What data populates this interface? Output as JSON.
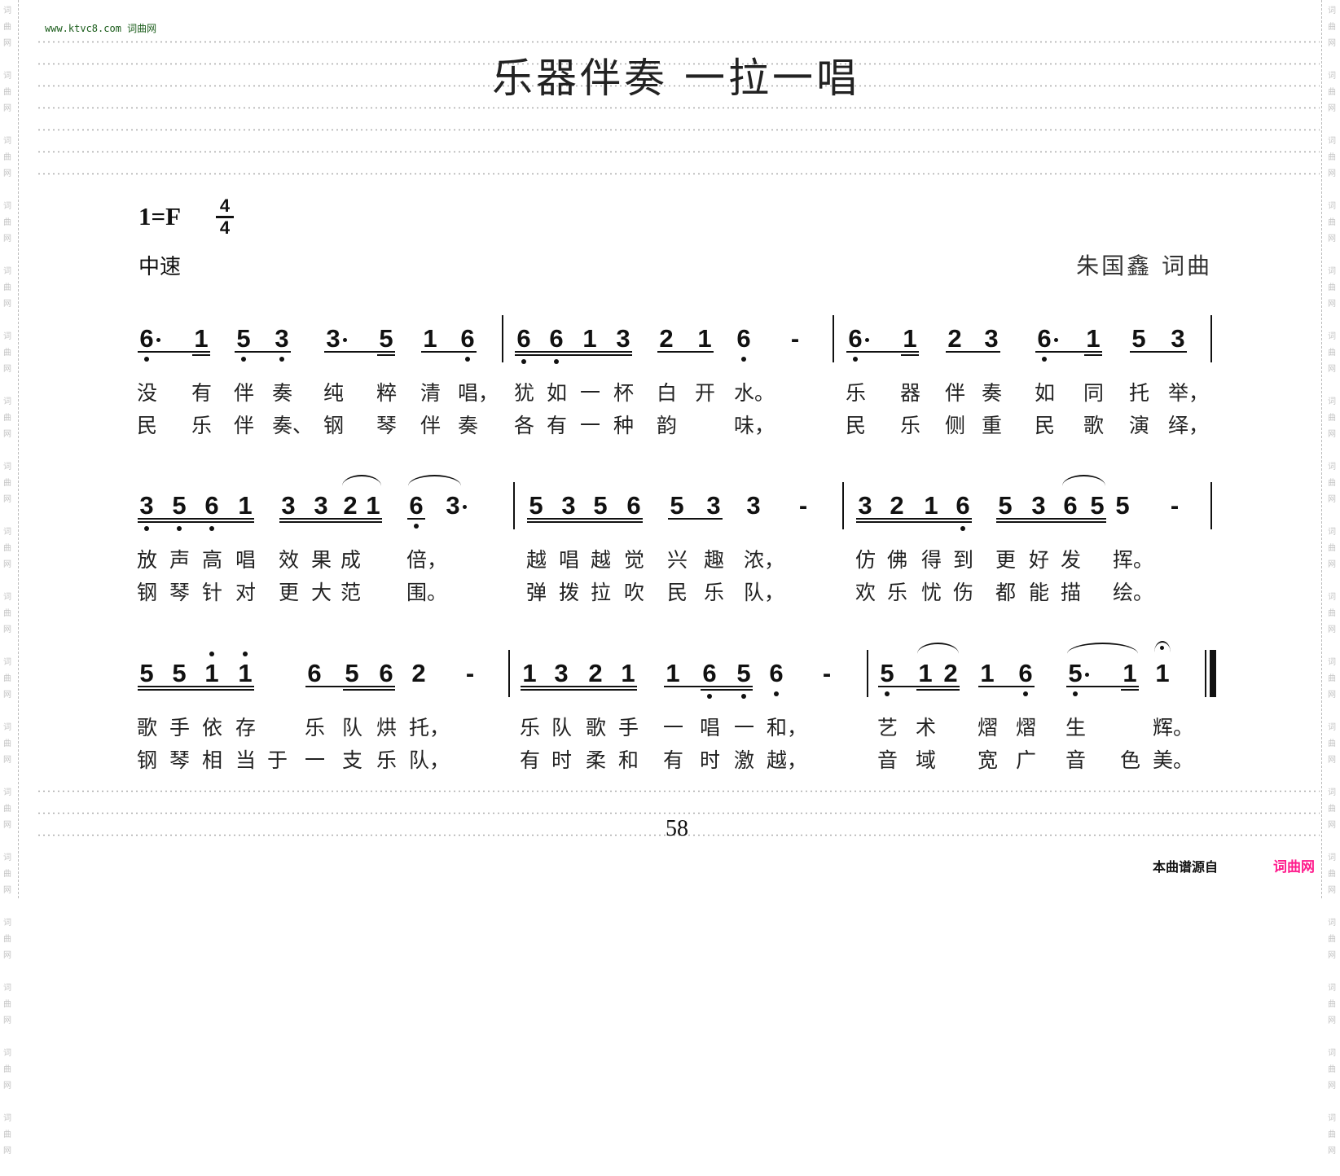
{
  "watermark": {
    "side_text": "词曲网",
    "site_url": "www.ktvc8.com",
    "site_name": "词曲网"
  },
  "title": "乐器伴奏 一拉一唱",
  "key": "1=F",
  "time_signature": {
    "top": "4",
    "bottom": "4"
  },
  "tempo": "中速",
  "credit": "朱国鑫 词曲",
  "page_number": "58",
  "footer": {
    "source_label": "本曲谱源自",
    "source_site": "词曲网",
    "source_color": "#ff1a8c"
  },
  "score": {
    "rows": [
      {
        "notes": [
          {
            "n": "6",
            "lo": 1,
            "aug": 1,
            "g": 1,
            "u": 1
          },
          {
            "n": "1",
            "g": 1,
            "u": 2
          },
          {
            "n": "5",
            "lo": 1,
            "g": 2,
            "u": 1
          },
          {
            "n": "3",
            "lo": 1,
            "g": 2,
            "u": 1
          },
          {
            "n": "3",
            "aug": 1,
            "g": 3,
            "u": 1
          },
          {
            "n": "5",
            "g": 3,
            "u": 2
          },
          {
            "n": "1",
            "g": 4,
            "u": 1
          },
          {
            "n": "6",
            "lo": 1,
            "g": 4,
            "u": 1
          },
          {
            "n": "|"
          },
          {
            "n": "6",
            "lo": 1,
            "g": 5,
            "u": 2
          },
          {
            "n": "6",
            "lo": 1,
            "g": 5,
            "u": 2
          },
          {
            "n": "1",
            "g": 5,
            "u": 2
          },
          {
            "n": "3",
            "g": 5,
            "u": 2
          },
          {
            "n": "2",
            "g": 6,
            "u": 1
          },
          {
            "n": "1",
            "g": 6,
            "u": 1
          },
          {
            "n": "6",
            "lo": 1
          },
          {
            "n": "-"
          },
          {
            "n": "|"
          },
          {
            "n": "6",
            "lo": 1,
            "aug": 1,
            "g": 7,
            "u": 1
          },
          {
            "n": "1",
            "g": 7,
            "u": 2
          },
          {
            "n": "2",
            "g": 8,
            "u": 1
          },
          {
            "n": "3",
            "g": 8,
            "u": 1
          },
          {
            "n": "6",
            "lo": 1,
            "aug": 1,
            "g": 9,
            "u": 1
          },
          {
            "n": "1",
            "g": 9,
            "u": 2
          },
          {
            "n": "5",
            "g": 10,
            "u": 1
          },
          {
            "n": "3",
            "g": 10,
            "u": 1
          },
          {
            "n": "|"
          }
        ],
        "slurs": [],
        "lyrics": [
          [
            "没",
            "有",
            "伴",
            "奏",
            "纯",
            "粹",
            "清",
            "唱，",
            "",
            "犹",
            "如",
            "一",
            "杯",
            "白",
            "开",
            "水。",
            "",
            "",
            "乐",
            "器",
            "伴",
            "奏",
            "如",
            "同",
            "托",
            "举，",
            ""
          ],
          [
            "民",
            "乐",
            "伴",
            "奏、",
            "钢",
            "琴",
            "伴",
            "奏",
            "",
            "各",
            "有",
            "一",
            "种",
            "韵",
            "",
            "味，",
            "",
            "",
            "民",
            "乐",
            "侧",
            "重",
            "民",
            "歌",
            "演",
            "绎，",
            ""
          ]
        ]
      },
      {
        "notes": [
          {
            "n": "3",
            "lo": 1,
            "g": 1,
            "u": 2
          },
          {
            "n": "5",
            "lo": 1,
            "g": 1,
            "u": 2
          },
          {
            "n": "6",
            "lo": 1,
            "g": 1,
            "u": 2
          },
          {
            "n": "1",
            "g": 1,
            "u": 2
          },
          {
            "n": "3",
            "g": 2,
            "u": 2
          },
          {
            "n": "3",
            "g": 2,
            "u": 2
          },
          {
            "n": "2",
            "g": 2,
            "u": 2
          },
          {
            "n": "1",
            "g": 2,
            "u": 2
          },
          {
            "n": "6",
            "lo": 1,
            "g": 3,
            "u": 1
          },
          {
            "n": "3",
            "aug": 1
          },
          {
            "n": "|"
          },
          {
            "n": "5",
            "g": 4,
            "u": 2
          },
          {
            "n": "3",
            "g": 4,
            "u": 2
          },
          {
            "n": "5",
            "g": 4,
            "u": 2
          },
          {
            "n": "6",
            "g": 4,
            "u": 2
          },
          {
            "n": "5",
            "g": 5,
            "u": 1
          },
          {
            "n": "3",
            "g": 5,
            "u": 1
          },
          {
            "n": "3"
          },
          {
            "n": "-"
          },
          {
            "n": "|"
          },
          {
            "n": "3",
            "g": 6,
            "u": 2
          },
          {
            "n": "2",
            "g": 6,
            "u": 2
          },
          {
            "n": "1",
            "g": 6,
            "u": 2
          },
          {
            "n": "6",
            "lo": 1,
            "g": 6,
            "u": 2
          },
          {
            "n": "5",
            "g": 7,
            "u": 2
          },
          {
            "n": "3",
            "g": 7,
            "u": 2
          },
          {
            "n": "6",
            "g": 7,
            "u": 2
          },
          {
            "n": "5",
            "g": 7,
            "u": 2
          },
          {
            "n": "5"
          },
          {
            "n": "-"
          },
          {
            "n": "|"
          }
        ],
        "slurs": [
          [
            6,
            7
          ],
          [
            8,
            9
          ],
          [
            26,
            27
          ]
        ],
        "lyrics": [
          [
            "放",
            "声",
            "高",
            "唱",
            "效",
            "果",
            "成",
            "",
            "倍，",
            "",
            "",
            "越",
            "唱",
            "越",
            "觉",
            "兴",
            "趣",
            "浓，",
            "",
            "",
            "仿",
            "佛",
            "得",
            "到",
            "更",
            "好",
            "发",
            "",
            "挥。",
            "",
            ""
          ],
          [
            "钢",
            "琴",
            "针",
            "对",
            "更",
            "大",
            "范",
            "",
            "围。",
            "",
            "",
            "弹",
            "拨",
            "拉",
            "吹",
            "民",
            "乐",
            "队，",
            "",
            "",
            "欢",
            "乐",
            "忧",
            "伤",
            "都",
            "能",
            "描",
            "",
            "绘。",
            "",
            ""
          ]
        ]
      },
      {
        "notes": [
          {
            "n": "5",
            "g": 1,
            "u": 2
          },
          {
            "n": "5",
            "g": 1,
            "u": 2
          },
          {
            "n": "1",
            "hi": 1,
            "g": 1,
            "u": 2
          },
          {
            "n": "1",
            "hi": 1,
            "g": 1,
            "u": 2
          },
          {
            "n": "6",
            "g": 2,
            "u": 1
          },
          {
            "n": "5",
            "g": 2,
            "u": 2
          },
          {
            "n": "6",
            "g": 2,
            "u": 2
          },
          {
            "n": "2"
          },
          {
            "n": "-"
          },
          {
            "n": "|"
          },
          {
            "n": "1",
            "g": 3,
            "u": 2
          },
          {
            "n": "3",
            "g": 3,
            "u": 2
          },
          {
            "n": "2",
            "g": 3,
            "u": 2
          },
          {
            "n": "1",
            "g": 3,
            "u": 2
          },
          {
            "n": "1",
            "g": 4,
            "u": 1
          },
          {
            "n": "6",
            "lo": 1,
            "g": 4,
            "u": 2
          },
          {
            "n": "5",
            "lo": 1,
            "g": 4,
            "u": 2
          },
          {
            "n": "6",
            "lo": 1
          },
          {
            "n": "-"
          },
          {
            "n": "|"
          },
          {
            "n": "5",
            "lo": 1,
            "g": 5,
            "u": 1
          },
          {
            "n": "1",
            "g": 5,
            "u": 2
          },
          {
            "n": "2",
            "g": 5,
            "u": 2
          },
          {
            "n": "1",
            "g": 6,
            "u": 1
          },
          {
            "n": "6",
            "lo": 1,
            "g": 6,
            "u": 1
          },
          {
            "n": "5",
            "lo": 1,
            "aug": 1,
            "g": 7,
            "u": 1
          },
          {
            "n": "1",
            "g": 7,
            "u": 2
          },
          {
            "n": "1",
            "fermata": 1
          },
          {
            "n": "||"
          }
        ],
        "slurs": [
          [
            21,
            22
          ],
          [
            25,
            26
          ]
        ],
        "lyrics": [
          [
            "歌",
            "手",
            "依",
            "存",
            "乐",
            "队",
            "烘",
            "托，",
            "",
            "",
            "乐",
            "队",
            "歌",
            "手",
            "一",
            "唱",
            "一",
            "和，",
            "",
            "",
            "艺",
            "术",
            "",
            "熠",
            "熠",
            "生",
            "",
            "辉。",
            ""
          ],
          [
            "钢",
            "琴",
            "相",
            "当于",
            "一",
            "支",
            "乐",
            "队，",
            "",
            "",
            "有",
            "时",
            "柔",
            "和",
            "有",
            "时",
            "激",
            "越，",
            "",
            "",
            "音",
            "域",
            "",
            "宽",
            "广",
            "音",
            "色",
            "美。",
            ""
          ]
        ]
      }
    ]
  }
}
